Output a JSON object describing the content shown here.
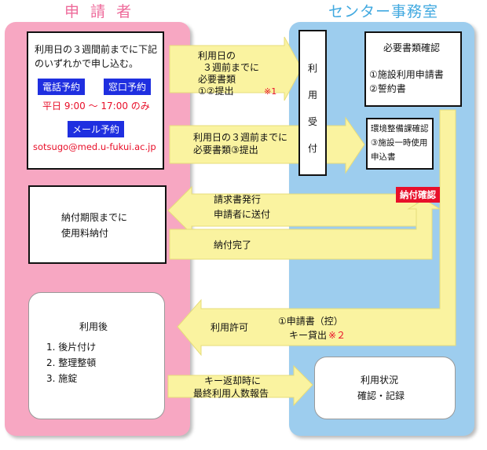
{
  "titles": {
    "applicant": "申 請 者",
    "center": "センター事務室"
  },
  "applicant_box": {
    "line1": "利用日の３週間前までに下記",
    "line2": "のいずれかで申し込む。",
    "phone_btn": "電話予約",
    "window_btn": "窓口予約",
    "hours": "平日 9:00 〜 17:00 のみ",
    "mail_btn": "メール予約",
    "email": "sotsugo@med.u-fukui.ac.jp"
  },
  "arrow1": {
    "l1": "利用日の",
    "l2": "３週前までに",
    "l3": "必要書類",
    "l4": "①②提出",
    "note": "※1"
  },
  "arrow2": {
    "l1": "利用日の３週前までに",
    "l2": "必要書類③提出"
  },
  "reception": {
    "c1": "利",
    "c2": "用",
    "c3": "受",
    "c4": "付"
  },
  "docs_box": {
    "title": "必要書類確認",
    "item1": "①施設利用申請書",
    "item2": "②誓約書"
  },
  "env_box": {
    "l1": "環境整備課確認",
    "l2": "③施設一時使用",
    "l3": "申込書"
  },
  "payment_confirm": "納付確認",
  "arrow3": {
    "l1": "請求書発行",
    "l2": "申請者に送付"
  },
  "pay_box": {
    "l1": "納付期限までに",
    "l2": "使用料納付"
  },
  "arrow4": {
    "l1": "納付完了"
  },
  "after_box": {
    "title": "利用後",
    "i1": "1. 後片付け",
    "i2": "2. 整理整頓",
    "i3": "3. 施錠"
  },
  "arrow5": {
    "label": "利用許可",
    "l1": "①申請書（控）",
    "l2": "キー貸出",
    "note": "※２"
  },
  "arrow6": {
    "l1": "キー返却時に",
    "l2": "最終利用人数報告"
  },
  "status_box": {
    "l1": "利用状況",
    "l2": "確認・記録"
  },
  "colors": {
    "applicant_lane": "#f7a7c2",
    "center_lane": "#9dcdee",
    "arrow": "#faf3a0",
    "button": "#1f2fe0",
    "alert": "#e8102a"
  }
}
